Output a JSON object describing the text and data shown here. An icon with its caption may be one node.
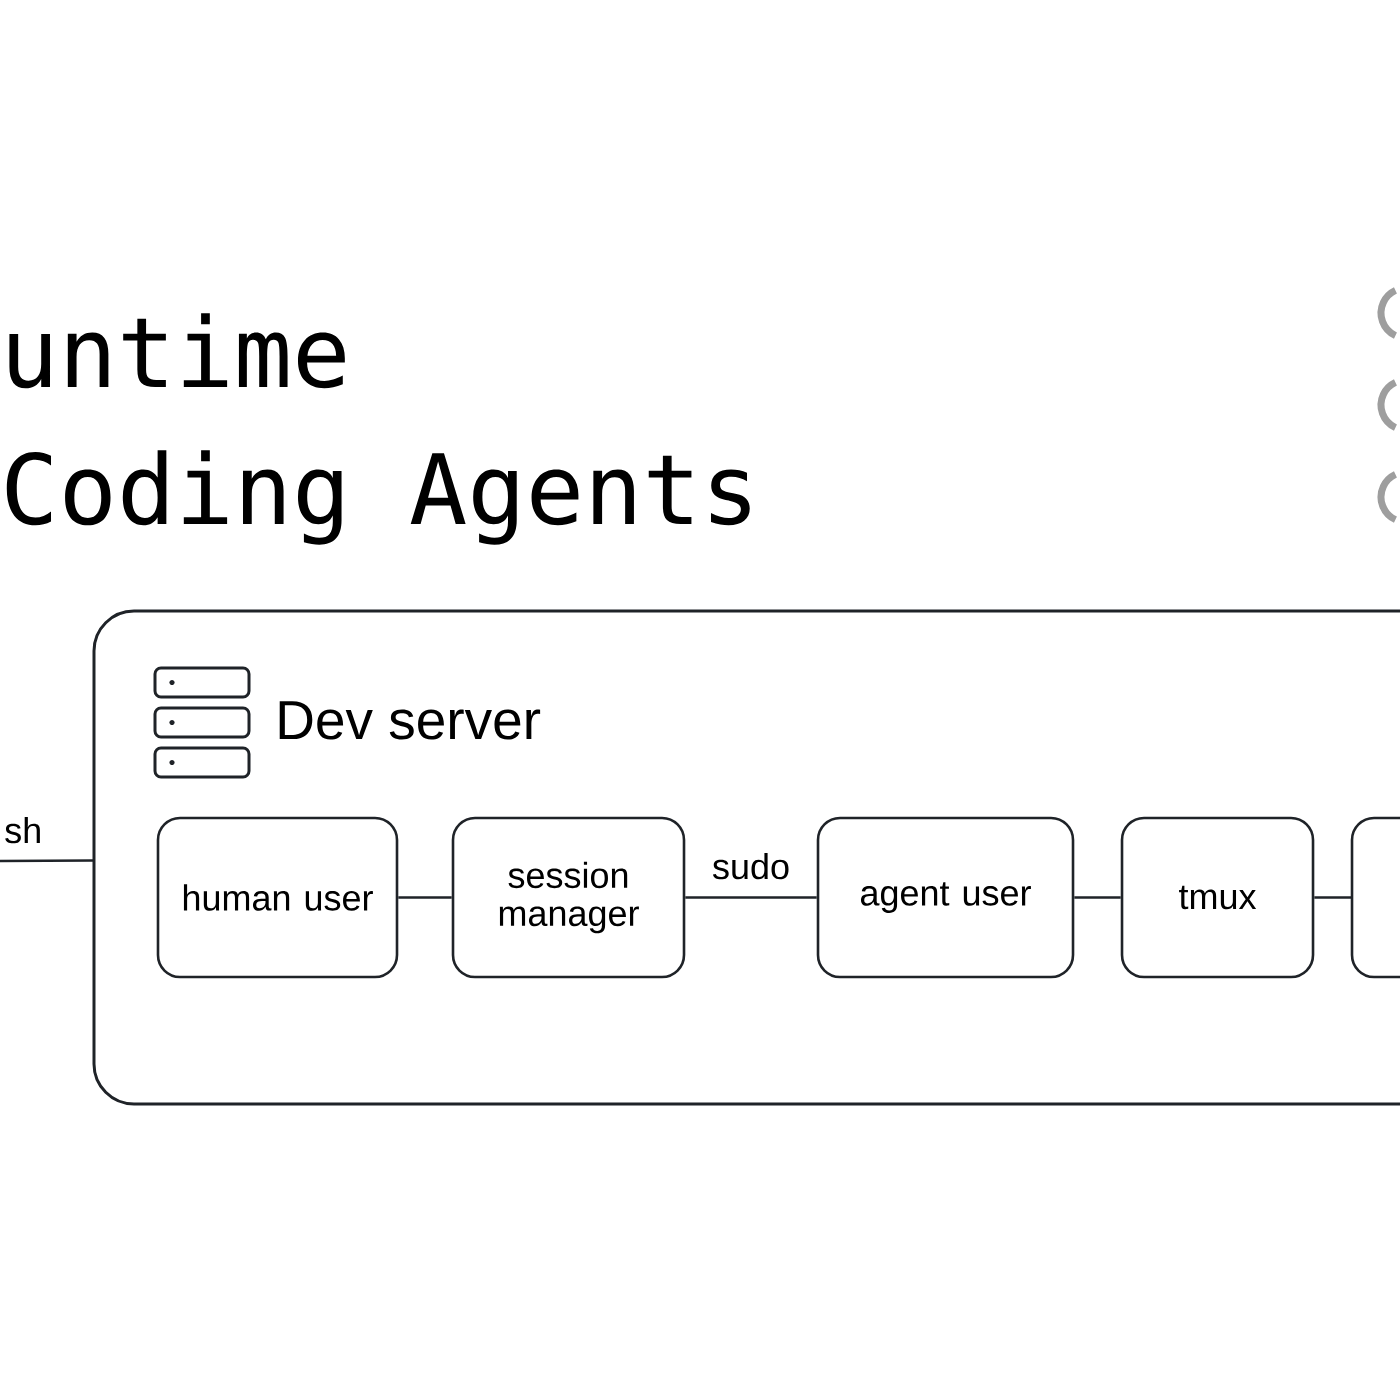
{
  "diagram": {
    "title": "untime Coding Agents",
    "nodes": [
      {
        "text": [
          "Dev server"
        ]
      },
      {
        "text": [
          "human user"
        ],
        "in": 0
      },
      {
        "text": [
          "session manager"
        ],
        "in": 0
      },
      {
        "text": [
          "agent user"
        ],
        "in": 0
      },
      {
        "text": [
          "tmux"
        ],
        "in": 0
      },
      {
        "text": [],
        "shape": "box",
        "in": 0
      }
    ],
    "edges": [
      {
        "from": null,
        "to": 0,
        "arrow": "none",
        "label": "sh"
      },
      {
        "from": 1,
        "to": 2,
        "arrow": "none"
      },
      {
        "from": 2,
        "to": 3,
        "arrow": "none",
        "label": "sudo"
      },
      {
        "from": 3,
        "to": 4,
        "arrow": "none"
      },
      {
        "from": 4,
        "to": 5,
        "arrow": "none"
      }
    ]
  }
}
